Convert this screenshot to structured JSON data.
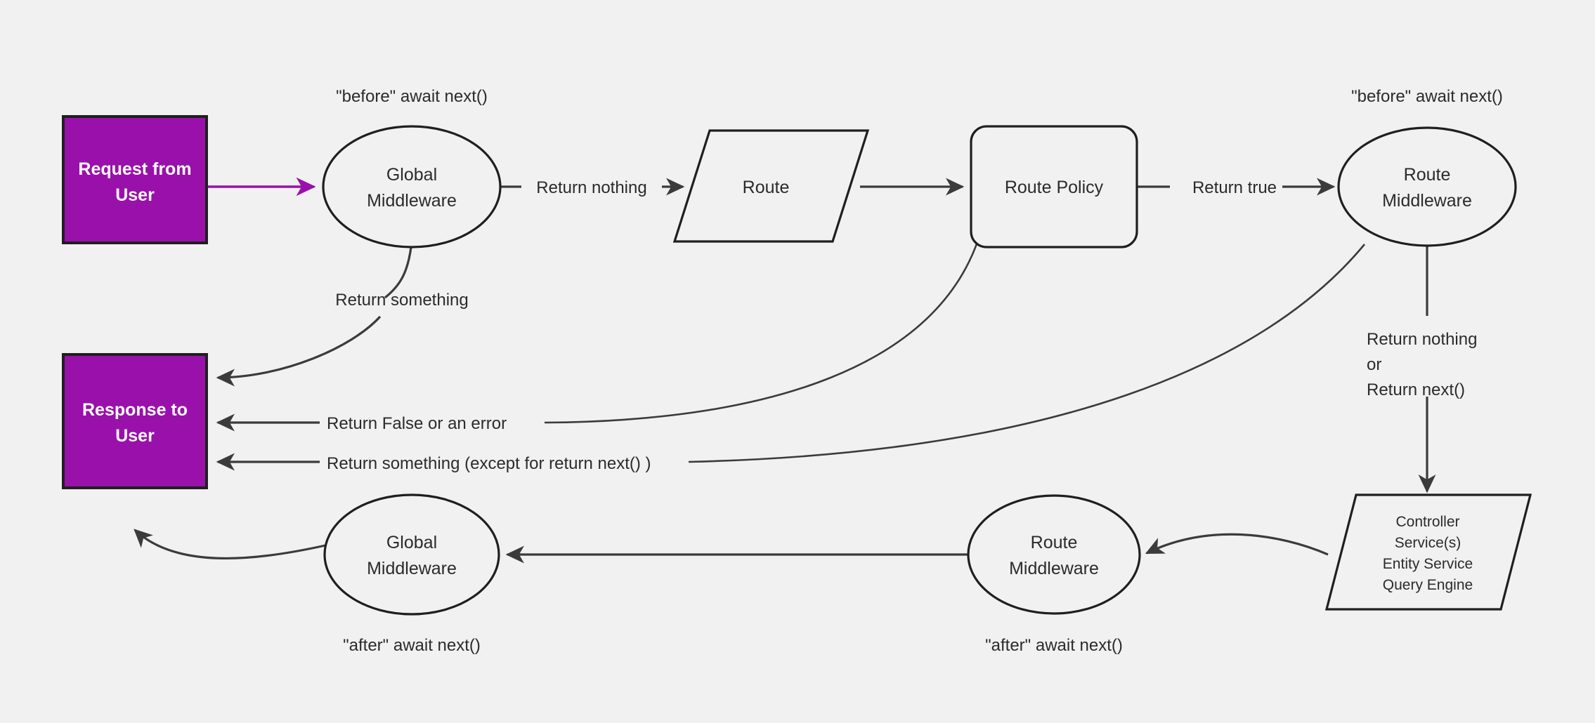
{
  "diagram": {
    "title": "Strapi request lifecycle middleware flow",
    "background_color": "#f1f1f1",
    "accent_color": "#9911aa",
    "stroke_color": "#2b2b2b",
    "nodes": [
      {
        "id": "request",
        "label": "Request from\nUser",
        "line1": "Request from",
        "line2": "User",
        "shape": "rect",
        "fill": "#9911aa",
        "text_color": "#ffffff"
      },
      {
        "id": "global-mw-top",
        "label": "Global Middleware",
        "line1": "Global",
        "line2": "Middleware",
        "shape": "ellipse",
        "fill": "#f1f1f1",
        "text_color": "#2b2b2b"
      },
      {
        "id": "route",
        "label": "Route",
        "line1": "Route",
        "line2": "",
        "shape": "parallelogram",
        "fill": "#f1f1f1",
        "text_color": "#2b2b2b"
      },
      {
        "id": "route-policy",
        "label": "Route Policy",
        "line1": "Route Policy",
        "line2": "",
        "shape": "rounded-rect",
        "fill": "#f1f1f1",
        "text_color": "#2b2b2b"
      },
      {
        "id": "route-mw-top",
        "label": "Route Middleware",
        "line1": "Route",
        "line2": "Middleware",
        "shape": "ellipse",
        "fill": "#f1f1f1",
        "text_color": "#2b2b2b"
      },
      {
        "id": "controller",
        "label": "Controller Service(s) Entity Service Query Engine",
        "line1": "Controller",
        "line2": "Service(s)",
        "line3": "Entity Service",
        "line4": "Query Engine",
        "shape": "parallelogram",
        "fill": "#f1f1f1",
        "text_color": "#2b2b2b"
      },
      {
        "id": "route-mw-bottom",
        "label": "Route Middleware",
        "line1": "Route",
        "line2": "Middleware",
        "shape": "ellipse",
        "fill": "#f1f1f1",
        "text_color": "#2b2b2b"
      },
      {
        "id": "global-mw-bottom",
        "label": "Global Middleware",
        "line1": "Global",
        "line2": "Middleware",
        "shape": "ellipse",
        "fill": "#f1f1f1",
        "text_color": "#2b2b2b"
      },
      {
        "id": "response",
        "label": "Response to\nUser",
        "line1": "Response to",
        "line2": "User",
        "shape": "rect",
        "fill": "#9911aa",
        "text_color": "#ffffff"
      }
    ],
    "annotations": [
      {
        "id": "before-global",
        "text": "\"before\" await next()"
      },
      {
        "id": "before-route-mw",
        "text": "\"before\" await next()"
      },
      {
        "id": "after-global",
        "text": "\"after\" await next()"
      },
      {
        "id": "after-route-mw",
        "text": "\"after\" await next()"
      }
    ],
    "edges": [
      {
        "id": "request-to-global",
        "from": "request",
        "to": "global-mw-top",
        "label": "",
        "color": "#9911aa"
      },
      {
        "id": "global-to-route",
        "from": "global-mw-top",
        "to": "route",
        "label": "Return nothing",
        "color": "#3b3b3b"
      },
      {
        "id": "route-to-policy",
        "from": "route",
        "to": "route-policy",
        "label": "",
        "color": "#3b3b3b"
      },
      {
        "id": "policy-to-route-mw",
        "from": "route-policy",
        "to": "route-mw-top",
        "label": "Return true",
        "color": "#3b3b3b"
      },
      {
        "id": "global-to-response",
        "from": "global-mw-top",
        "to": "response",
        "label": "Return something",
        "color": "#3b3b3b"
      },
      {
        "id": "policy-to-response",
        "from": "route-policy",
        "to": "response",
        "label": "Return False or an error",
        "color": "#3b3b3b"
      },
      {
        "id": "route-mw-to-response",
        "from": "route-mw-top",
        "to": "response",
        "label": "Return something (except for return next() )",
        "color": "#3b3b3b"
      },
      {
        "id": "route-mw-to-controller",
        "from": "route-mw-top",
        "to": "controller",
        "label": "Return nothing\nor\nReturn next()",
        "color": "#3b3b3b",
        "label_line1": "Return nothing",
        "label_line2": "or",
        "label_line3": "Return next()"
      },
      {
        "id": "controller-to-route-mw-bot",
        "from": "controller",
        "to": "route-mw-bottom",
        "label": "",
        "color": "#3b3b3b"
      },
      {
        "id": "route-mw-bot-to-global-bot",
        "from": "route-mw-bottom",
        "to": "global-mw-bottom",
        "label": "",
        "color": "#3b3b3b"
      },
      {
        "id": "global-bot-to-response",
        "from": "global-mw-bottom",
        "to": "response",
        "label": "",
        "color": "#3b3b3b"
      }
    ]
  }
}
